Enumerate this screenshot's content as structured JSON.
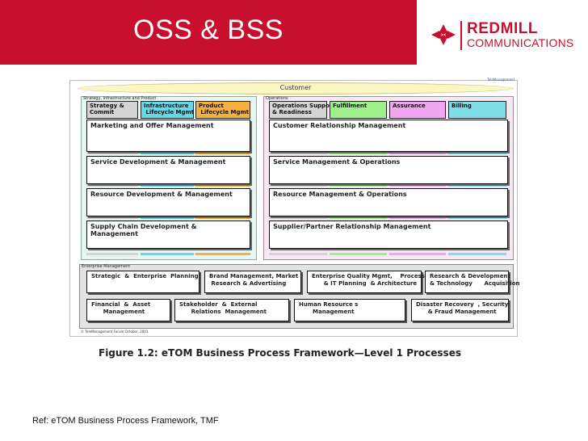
{
  "header": {
    "title": "OSS & BSS",
    "logo_line1": "REDMILL",
    "logo_line2": "COMMUNICATIONS",
    "brand_color": "#c8102e"
  },
  "figure": {
    "customer_label": "Customer",
    "tm_logo_text": "TeleManagement",
    "strategy_label": "Strategy, Infrastructure and Product",
    "operations_label": "Operations",
    "strategy_columns": [
      {
        "label": "Strategy &\nCommit",
        "color": "#d4d4d4"
      },
      {
        "label": "Infrastructure\n Lifecycle Mgmt",
        "color": "#66d9e8"
      },
      {
        "label": "Product\n Lifecycle Mgmt",
        "color": "#f5b13d"
      }
    ],
    "operations_columns": [
      {
        "label": "Operations Support\n& Readiness",
        "color": "#d4d4d4"
      },
      {
        "label": "Fulfillment",
        "color": "#9ef08a"
      },
      {
        "label": "Assurance",
        "color": "#f0a6ef"
      },
      {
        "label": "Billing",
        "color": "#7fdde8"
      }
    ],
    "strategy_rows": [
      "Marketing and Offer Management",
      "Service Development & Management",
      "Resource Development & Management",
      "Supply Chain Development & Management"
    ],
    "operations_rows": [
      "Customer Relationship Management",
      "Service Management & Operations",
      "Resource Management & Operations",
      "Supplier/Partner Relationship Management"
    ],
    "enterprise_label": "Enterprise Management",
    "enterprise_row1": [
      "Strategic  &  Enterprise  Planning",
      "Brand Management, Market\n Research & Advertising",
      "Enterprise Quality Mgmt,    Process\n      & IT Planning  & Architecture",
      "Research & Development\n& Technology      Acquisition"
    ],
    "enterprise_row2": [
      "Financial  &  Asset\n      Management",
      "Stakeholder  &  External\n      Relations  Management",
      "Human Resource s\n       Management",
      "Disaster Recovery  , Security\n      & Fraud Management"
    ],
    "copyright": "© TeleManagement Forum    October, 2001",
    "caption": "Figure 1.2: eTOM Business Process Framework—Level 1 Processes"
  },
  "footer": {
    "reference": "Ref: eTOM Business Process Framework, TMF"
  }
}
